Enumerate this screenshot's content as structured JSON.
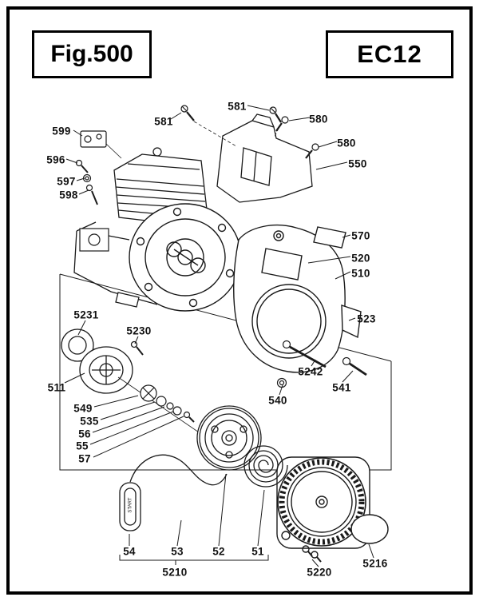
{
  "header": {
    "figure_label": "Fig.500",
    "model_label": "EC12"
  },
  "drawing": {
    "handle_text": "START"
  },
  "colors": {
    "line": "#1a1a1a",
    "background": "#ffffff"
  },
  "part_labels": [
    {
      "id": "581-a",
      "text": "581"
    },
    {
      "id": "581-b",
      "text": "581"
    },
    {
      "id": "580-a",
      "text": "580"
    },
    {
      "id": "580-b",
      "text": "580"
    },
    {
      "id": "550",
      "text": "550"
    },
    {
      "id": "599",
      "text": "599"
    },
    {
      "id": "596",
      "text": "596"
    },
    {
      "id": "597",
      "text": "597"
    },
    {
      "id": "598",
      "text": "598"
    },
    {
      "id": "570",
      "text": "570"
    },
    {
      "id": "520",
      "text": "520"
    },
    {
      "id": "510",
      "text": "510"
    },
    {
      "id": "523",
      "text": "523"
    },
    {
      "id": "5231",
      "text": "5231"
    },
    {
      "id": "5230",
      "text": "5230"
    },
    {
      "id": "511",
      "text": "511"
    },
    {
      "id": "5242",
      "text": "5242"
    },
    {
      "id": "541",
      "text": "541"
    },
    {
      "id": "540",
      "text": "540"
    },
    {
      "id": "549",
      "text": "549"
    },
    {
      "id": "535",
      "text": "535"
    },
    {
      "id": "56",
      "text": "56"
    },
    {
      "id": "55",
      "text": "55"
    },
    {
      "id": "57",
      "text": "57"
    },
    {
      "id": "54",
      "text": "54"
    },
    {
      "id": "53",
      "text": "53"
    },
    {
      "id": "52",
      "text": "52"
    },
    {
      "id": "51",
      "text": "51"
    },
    {
      "id": "5210",
      "text": "5210"
    },
    {
      "id": "5220",
      "text": "5220"
    },
    {
      "id": "5216",
      "text": "5216"
    }
  ]
}
